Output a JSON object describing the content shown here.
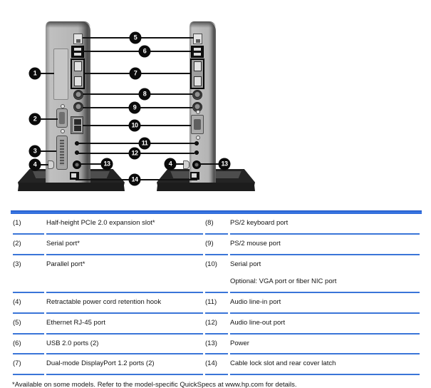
{
  "figure": {
    "description_hint": "rear view of two tower thin clients with numbered callouts",
    "accent_blue": "#2b6ad3",
    "callout_color": "#0b0b0b"
  },
  "diagram": {
    "callouts": [
      "1",
      "2",
      "3",
      "4",
      "5",
      "6",
      "7",
      "8",
      "9",
      "10",
      "11",
      "12",
      "13",
      "4",
      "13",
      "14"
    ]
  },
  "table": {
    "rows": [
      {
        "ln": "(1)",
        "lt": "Half-height PCIe 2.0 expansion slot*",
        "rn": "(8)",
        "rt": "PS/2 keyboard port"
      },
      {
        "ln": "(2)",
        "lt": "Serial port*",
        "rn": "(9)",
        "rt": "PS/2 mouse port"
      },
      {
        "ln": "(3)",
        "lt": "Parallel port*",
        "rn": "(10)",
        "rt": "Serial port",
        "rt2": "Optional: VGA port or fiber NIC port"
      },
      {
        "ln": "(4)",
        "lt": "Retractable power cord retention hook",
        "rn": "(11)",
        "rt": "Audio line-in port"
      },
      {
        "ln": "(5)",
        "lt": "Ethernet RJ-45 port",
        "rn": "(12)",
        "rt": "Audio line-out port"
      },
      {
        "ln": "(6)",
        "lt": "USB 2.0 ports (2)",
        "rn": "(13)",
        "rt": "Power"
      },
      {
        "ln": "(7)",
        "lt": "Dual-mode DisplayPort 1.2 ports (2)",
        "rn": "(14)",
        "rt": "Cable lock slot and rear cover latch"
      }
    ],
    "footnote": "*Available on some models. Refer to the model-specific QuickSpecs at www.hp.com for details."
  }
}
